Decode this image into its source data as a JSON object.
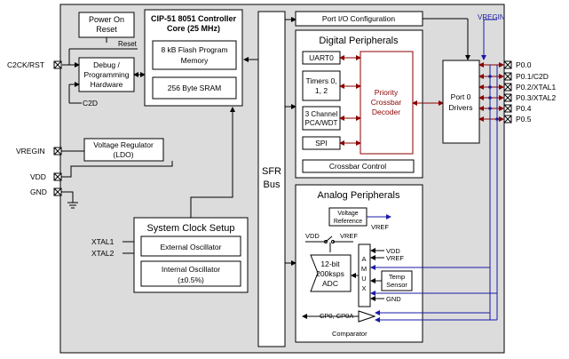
{
  "diagram": {
    "power_on_reset": [
      "Power On",
      "Reset"
    ],
    "reset_label": "Reset",
    "debug_hw": [
      "Debug /",
      "Programming",
      "Hardware"
    ],
    "cpu_title": [
      "CIP-51 8051 Controller",
      "Core (25 MHz)"
    ],
    "flash": [
      "8 kB Flash Program",
      "Memory"
    ],
    "sram": "256 Byte SRAM",
    "sfr_bus": [
      "SFR",
      "Bus"
    ],
    "port_io_config": "Port I/O Configuration",
    "vregin_top": "VREGIN",
    "digital_peripherals": "Digital Peripherals",
    "uart": "UART0",
    "timers": [
      "Timers 0,",
      "1, 2"
    ],
    "pca": [
      "3 Channel",
      "PCA/WDT"
    ],
    "spi": "SPI",
    "crossbar_decoder": [
      "Priority",
      "Crossbar",
      "Decoder"
    ],
    "crossbar_control": "Crossbar Control",
    "port0_drivers": [
      "Port 0",
      "Drivers"
    ],
    "pins_left": {
      "c2ck": "C2CK/RST",
      "c2d": "C2D",
      "vregin": "VREGIN",
      "vdd": "VDD",
      "gnd": "GND",
      "xtal1": "XTAL1",
      "xtal2": "XTAL2"
    },
    "pins_right": [
      "P0.0",
      "P0.1/C2D",
      "P0.2/XTAL1",
      "P0.3/XTAL2",
      "P0.4",
      "P0.5"
    ],
    "voltage_regulator": [
      "Voltage Regulator",
      "(LDO)"
    ],
    "system_clock": "System Clock Setup",
    "ext_osc": "External Oscillator",
    "int_osc": [
      "Internal Oscillator",
      "(±0.5%)"
    ],
    "analog_peripherals": "Analog Peripherals",
    "voltage_reference": [
      "Voltage",
      "Reference"
    ],
    "vref": "VREF",
    "adc_vdd": "VDD",
    "adc_vref": "VREF",
    "adc": [
      "12-bit",
      "200ksps",
      "ADC"
    ],
    "amux": [
      "A",
      "M",
      "U",
      "X"
    ],
    "amux_vdd": "VDD",
    "amux_vref": "VREF",
    "amux_gnd": "GND",
    "temp_sensor": [
      "Temp",
      "Sensor"
    ],
    "cp0": "CP0, CP0A",
    "comparator": "Comparator"
  }
}
